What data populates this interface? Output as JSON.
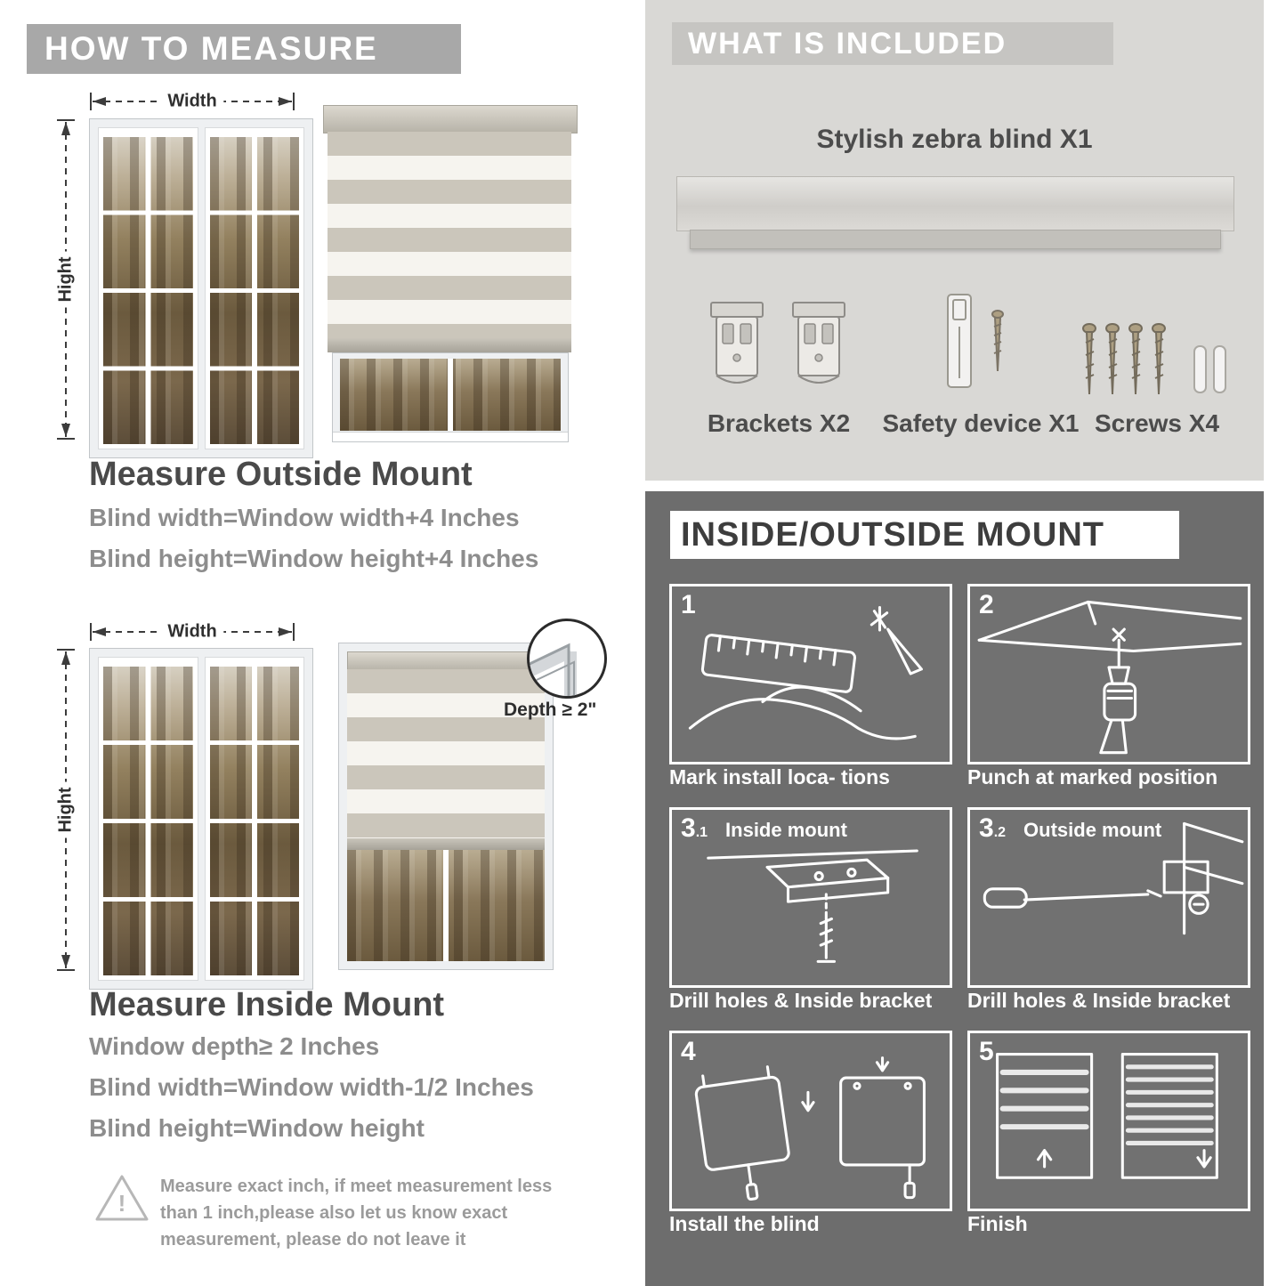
{
  "left": {
    "header": "HOW TO MEASURE",
    "outside_mount": {
      "width_label": "Width",
      "height_label": "Hight",
      "title": "Measure Outside Mount",
      "lines": [
        "Blind width=Window width+4 Inches",
        "Blind height=Window height+4 Inches"
      ]
    },
    "inside_mount": {
      "width_label": "Width",
      "height_label": "Hight",
      "depth_label": "Depth ≥ 2\"",
      "title": "Measure Inside Mount",
      "lines": [
        "Window depth≥ 2 Inches",
        "Blind width=Window width-1/2 Inches",
        "Blind height=Window height"
      ]
    },
    "warning": {
      "icon": "!",
      "text": "Measure exact inch, if meet measurement less than 1 inch,please also let us know exact measurement, please do not leave it"
    }
  },
  "included": {
    "header": "WHAT IS INCLUDED",
    "product_label": "Stylish zebra blind X1",
    "items": [
      {
        "label": "Brackets X2"
      },
      {
        "label": "Safety device X1"
      },
      {
        "label": "Screws X4"
      }
    ]
  },
  "mount_guide": {
    "header": "INSIDE/OUTSIDE MOUNT",
    "steps": [
      {
        "num": "1",
        "sub": "",
        "title": "",
        "caption": "Mark install loca- tions"
      },
      {
        "num": "2",
        "sub": "",
        "title": "",
        "caption": "Punch at  marked position"
      },
      {
        "num": "3",
        "sub": ".1",
        "title": "Inside mount",
        "caption": "Drill holes &  Inside bracket"
      },
      {
        "num": "3",
        "sub": ".2",
        "title": "Outside mount",
        "caption": "Drill holes &  Inside bracket"
      },
      {
        "num": "4",
        "sub": "",
        "title": "",
        "caption": "Install the blind"
      },
      {
        "num": "5",
        "sub": "",
        "title": "",
        "caption": "Finish"
      }
    ]
  },
  "colors": {
    "left_banner": "#a8a8a8",
    "included_bg": "#d9d8d5",
    "included_banner": "#c6c5c2",
    "dark_bg": "#6d6d6d",
    "heading_text": "#4a4a4a",
    "body_text": "#8d8d8d"
  }
}
